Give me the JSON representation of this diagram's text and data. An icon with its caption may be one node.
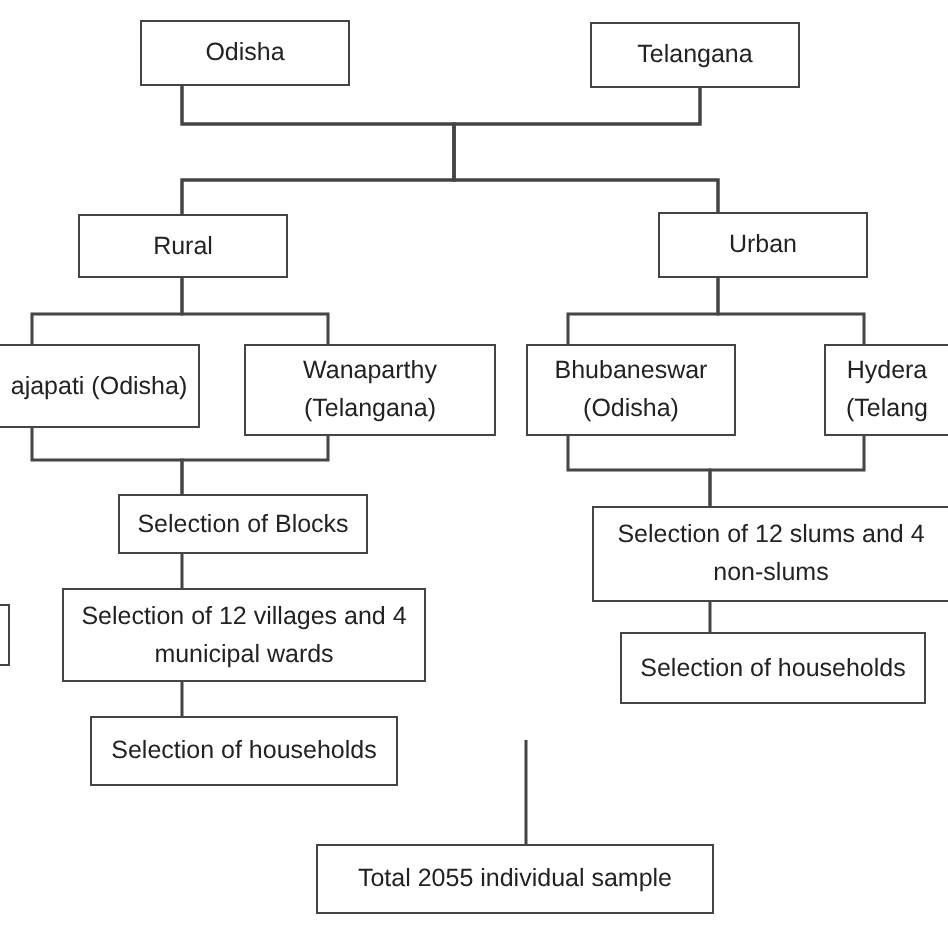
{
  "diagram": {
    "nodes": [
      {
        "text": [
          "Odisha"
        ]
      },
      {
        "text": [
          "Telangana"
        ]
      },
      {
        "text": [
          "Rural"
        ]
      },
      {
        "text": [
          "Urban"
        ]
      },
      {
        "text": [
          "ajapati (Odisha)"
        ]
      },
      {
        "text": [
          "Wanaparthy (Telangana)"
        ]
      },
      {
        "text": [
          "Bhubaneswar (Odisha)"
        ]
      },
      {
        "text": [
          "Hydera (Telang"
        ]
      },
      {
        "text": [
          "Selection of Blocks"
        ]
      },
      {
        "text": [
          "Selection of 12 villages and 4 municipal wards"
        ]
      },
      {
        "text": [
          "Selection of 12 slums and 4 non-slums"
        ]
      },
      {
        "text": [],
        "shape": "box"
      },
      {
        "text": [
          "Selection of households"
        ]
      },
      {
        "text": [
          "Selection of households"
        ]
      },
      {
        "text": [
          "Total 2055 individual sample"
        ]
      }
    ],
    "edges": [
      {
        "from": 0,
        "to": 2,
        "arrow": "none"
      },
      {
        "from": 0,
        "to": 3,
        "arrow": "none"
      },
      {
        "from": 1,
        "to": 2,
        "arrow": "none"
      },
      {
        "from": 1,
        "to": 3,
        "arrow": "none"
      },
      {
        "from": 2,
        "to": 4,
        "arrow": "none"
      },
      {
        "from": 2,
        "to": 5,
        "arrow": "none"
      },
      {
        "from": 3,
        "to": 6,
        "arrow": "none"
      },
      {
        "from": 3,
        "to": 7,
        "arrow": "none"
      },
      {
        "from": 4,
        "to": 8,
        "arrow": "none"
      },
      {
        "from": 5,
        "to": 8,
        "arrow": "none"
      },
      {
        "from": 8,
        "to": 9,
        "arrow": "none"
      },
      {
        "from": 6,
        "to": 10,
        "arrow": "none"
      },
      {
        "from": 7,
        "to": 10,
        "arrow": "none"
      },
      {
        "from": 9,
        "to": 12,
        "arrow": "none"
      },
      {
        "from": 10,
        "to": 13,
        "arrow": "none"
      },
      {
        "from": null,
        "to": 14,
        "arrow": "none"
      }
    ]
  }
}
